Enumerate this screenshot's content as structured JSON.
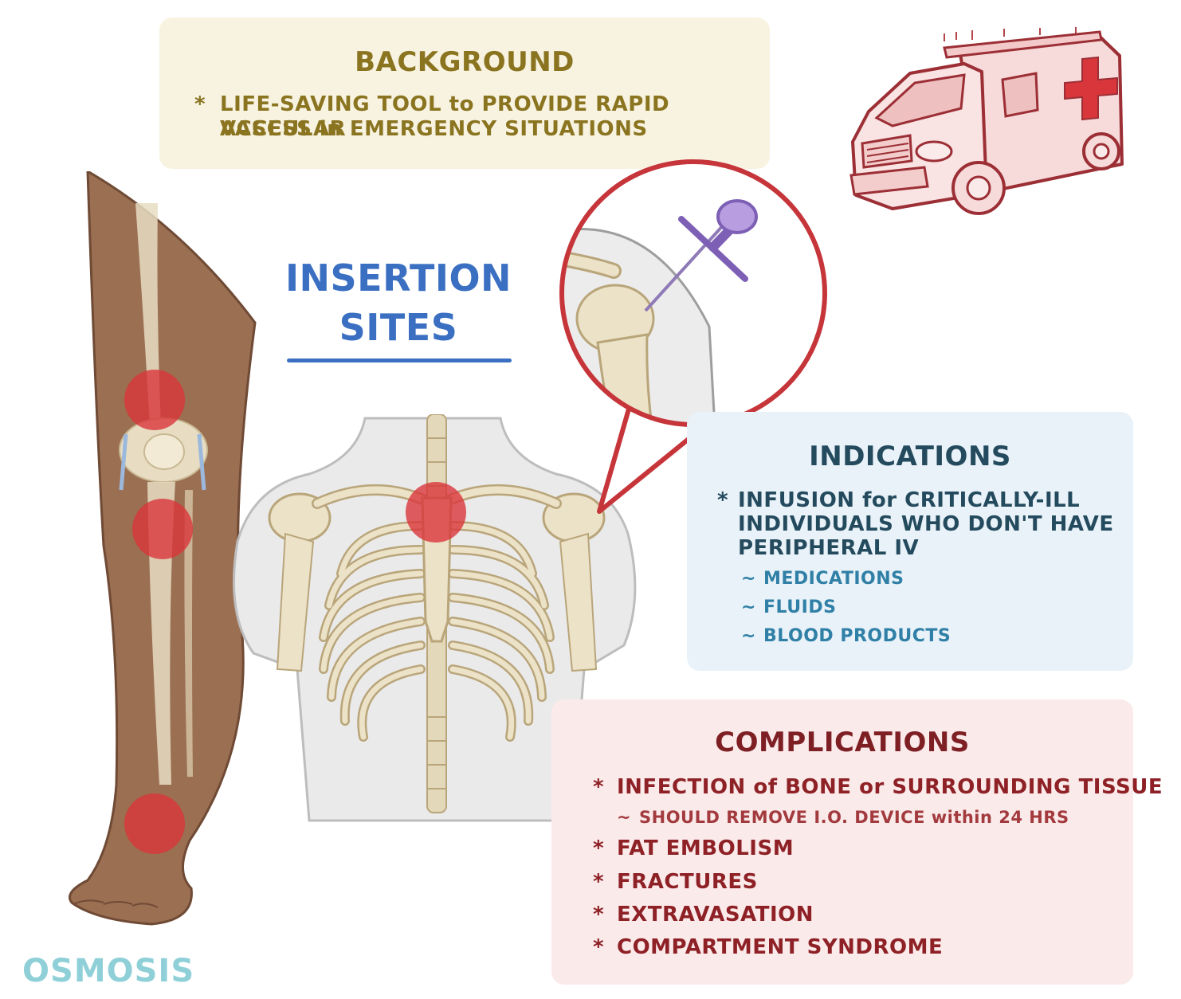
{
  "background": {
    "title": "BACKGROUND",
    "bullet_line1": "LIFE-SAVING TOOL to PROVIDE RAPID VASCULAR",
    "bullet_line2": "ACCESS in EMERGENCY SITUATIONS"
  },
  "insertion_sites": {
    "line1": "INSERTION",
    "line2": "SITES"
  },
  "indications": {
    "title": "INDICATIONS",
    "line1": "INFUSION for CRITICALLY-ILL",
    "line2": "INDIVIDUALS WHO DON'T HAVE",
    "line3": "PERIPHERAL IV",
    "sub": [
      "MEDICATIONS",
      "FLUIDS",
      "BLOOD PRODUCTS"
    ]
  },
  "complications": {
    "title": "COMPLICATIONS",
    "item1": "INFECTION of BONE or SURROUNDING TISSUE",
    "item1_sub": "SHOULD REMOVE I.O. DEVICE within 24 HRS",
    "item2": "FAT EMBOLISM",
    "item3": "FRACTURES",
    "item4": "EXTRAVASATION",
    "item5": "COMPARTMENT SYNDROME"
  },
  "symbols": {
    "bullet": "*",
    "sub_bullet": "~"
  },
  "logo": "OSMOSIS",
  "colors": {
    "marker_red": "#d9363b",
    "bg_box": "#f8f3e1",
    "indications_box": "#e8f2f8",
    "complications_box": "#fbeaea",
    "accent_blue": "#3b6fc2",
    "callout_red": "#c6353a"
  }
}
